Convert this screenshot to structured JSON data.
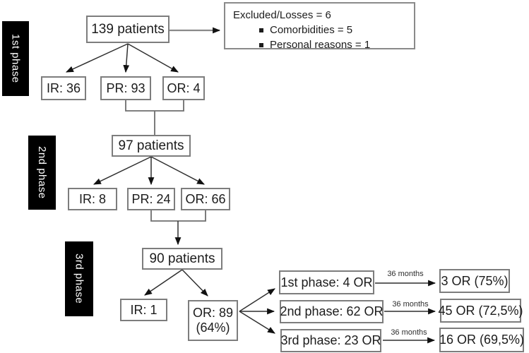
{
  "phases": {
    "first": "1st phase",
    "second": "2nd phase",
    "third": "3rd phase"
  },
  "excluded": {
    "title": "Excluded/Losses = 6",
    "items": [
      {
        "label": "Comorbidities = 5"
      },
      {
        "label": "Personal reasons = 1"
      }
    ]
  },
  "nodes": {
    "patients_phase1": "139 patients",
    "ir_phase1": "IR: 36",
    "pr_phase1": "PR: 93",
    "or_phase1": "OR: 4",
    "patients_phase2": "97 patients",
    "ir_phase2": "IR: 8",
    "pr_phase2": "PR: 24",
    "or_phase2": "OR: 66",
    "patients_phase3": "90 patients",
    "ir_phase3": "IR: 1",
    "or_phase3_count": "OR: 89",
    "or_phase3_pct": "(64%)"
  },
  "followup": {
    "rows": [
      {
        "source": "1st phase: 4 OR",
        "interval": "36 months",
        "result": "3 OR (75%)"
      },
      {
        "source": "2nd phase: 62 OR",
        "interval": "36 months",
        "result": "45 OR (72,5%)"
      },
      {
        "source": "3rd phase: 23 OR",
        "interval": "36 months",
        "result": "16 OR (69,5%)"
      }
    ]
  },
  "colors": {
    "box_border": "#7d7d7d",
    "connector": "#2f2f2f",
    "elbow_connector": "#6e6e6e",
    "exclusion_arrow_shaft": "#8a8a8a",
    "arrowhead": "#111111",
    "phase_label_bg": "#000000",
    "phase_label_text": "#ffffff"
  }
}
